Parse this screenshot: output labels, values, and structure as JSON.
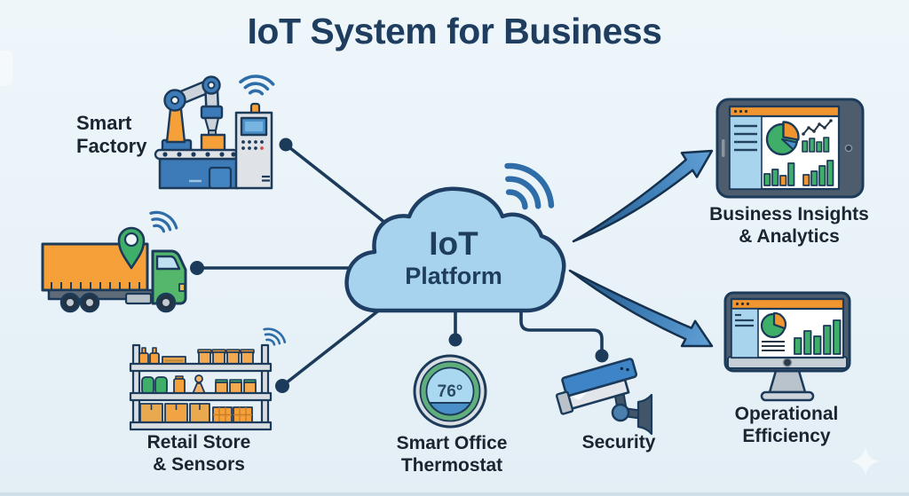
{
  "title": "IoT System for Business",
  "cloud": {
    "title": "IoT",
    "subtitle": "Platform"
  },
  "devices": {
    "factory": {
      "label": "Smart\nFactory"
    },
    "retail": {
      "label": "Retail Store\n& Sensors"
    },
    "thermostat": {
      "label": "Smart Office\nThermostat",
      "temperature": "76°"
    },
    "security": {
      "label": "Security"
    }
  },
  "outcomes": {
    "insights": {
      "label": "Business Insights\n& Analytics"
    },
    "efficiency": {
      "label": "Operational\nEfficiency"
    }
  },
  "colors": {
    "background": "#e9f3f8",
    "ink": "#1c3a5a",
    "cloud_fill": "#a8d3ee",
    "orange": "#f6a03a",
    "green": "#3fae68",
    "device_blue": "#3d7ab8",
    "wifi_blue": "#2e6da7",
    "arrow_light": "#5f9fd4",
    "arrow_dark": "#1f4d79"
  }
}
